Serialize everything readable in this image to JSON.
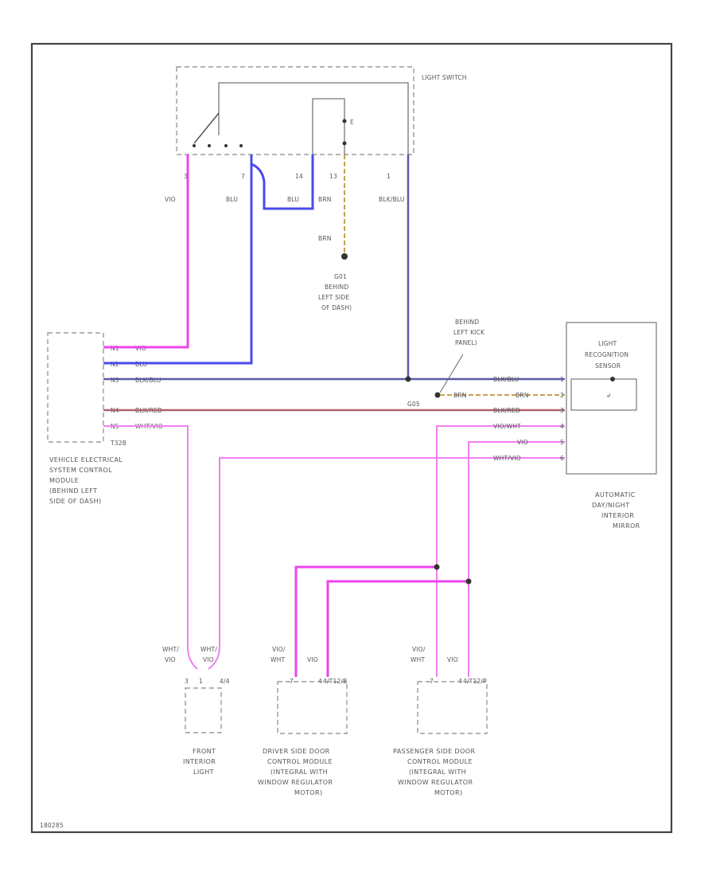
{
  "switch": {
    "name": "LIGHT SWITCH",
    "pins": [
      "3",
      "7",
      "14",
      "13",
      "1"
    ],
    "internal_pin": "E",
    "colors": [
      "VIO",
      "BLU",
      "BLU",
      "BRN",
      "BLK/BLU"
    ],
    "ground_wire": "BRN"
  },
  "ground_left": {
    "id": "G01",
    "location": [
      "BEHIND",
      "LEFT SIDE",
      "OF DASH)"
    ]
  },
  "ground_right": {
    "id": "G05",
    "location": [
      "BEHIND",
      "LEFT KICK",
      "PANEL)"
    ]
  },
  "module_left": {
    "connector": "T32B",
    "pins": [
      "N1",
      "N2",
      "N3",
      "N4",
      "N5"
    ],
    "wires": [
      "VIO",
      "BLU",
      "BLK/BLU",
      "BLK/RED",
      "WHT/VIO"
    ],
    "name": [
      "VEHICLE ELECTRICAL",
      "SYSTEM CONTROL",
      "MODULE",
      "(BEHIND LEFT",
      "SIDE OF DASH)"
    ]
  },
  "sensor": {
    "name": [
      "LIGHT",
      "RECOGNITION",
      "SENSOR"
    ],
    "pins": [
      "1",
      "2",
      "3",
      "4",
      "5",
      "6"
    ],
    "wires": [
      "BLK/BLU",
      "BRN",
      "BLK/RED",
      "VIO/WHT",
      "VIO",
      "WHT/VIO"
    ],
    "mirror_name": [
      "AUTOMATIC",
      "DAY/NIGHT",
      "INTERIOR",
      "MIRROR"
    ]
  },
  "front_light": {
    "wire_labels": [
      "WHT/",
      "VIO",
      "WHT/",
      "VIO"
    ],
    "pins": [
      "3",
      "1"
    ],
    "connector": "4/4",
    "name": [
      "FRONT",
      "INTERIOR",
      "LIGHT"
    ]
  },
  "driver_door": {
    "wire_labels": [
      "VIO/",
      "WHT",
      "VIO"
    ],
    "pins": [
      "7",
      "4"
    ],
    "connector": "4/T12/B",
    "name": [
      "DRIVER SIDE DOOR",
      "CONTROL MODULE",
      "(INTEGRAL WITH",
      "WINDOW REGULATOR",
      "MOTOR)"
    ]
  },
  "passenger_door": {
    "wire_labels": [
      "VIO/",
      "WHT",
      "VIO"
    ],
    "pins": [
      "7",
      "4"
    ],
    "connector": "4/T12/P",
    "name": [
      "PASSENGER SIDE DOOR",
      "CONTROL MODULE",
      "(INTEGRAL WITH",
      "WINDOW REGULATOR",
      "MOTOR)"
    ]
  },
  "figure_code": "180285",
  "colors": {
    "violet": "#ee44ee",
    "blue": "#4a4aee",
    "black_blue": "#5a5aa8",
    "black_red": "#b06070",
    "brown": "#c8a050"
  }
}
